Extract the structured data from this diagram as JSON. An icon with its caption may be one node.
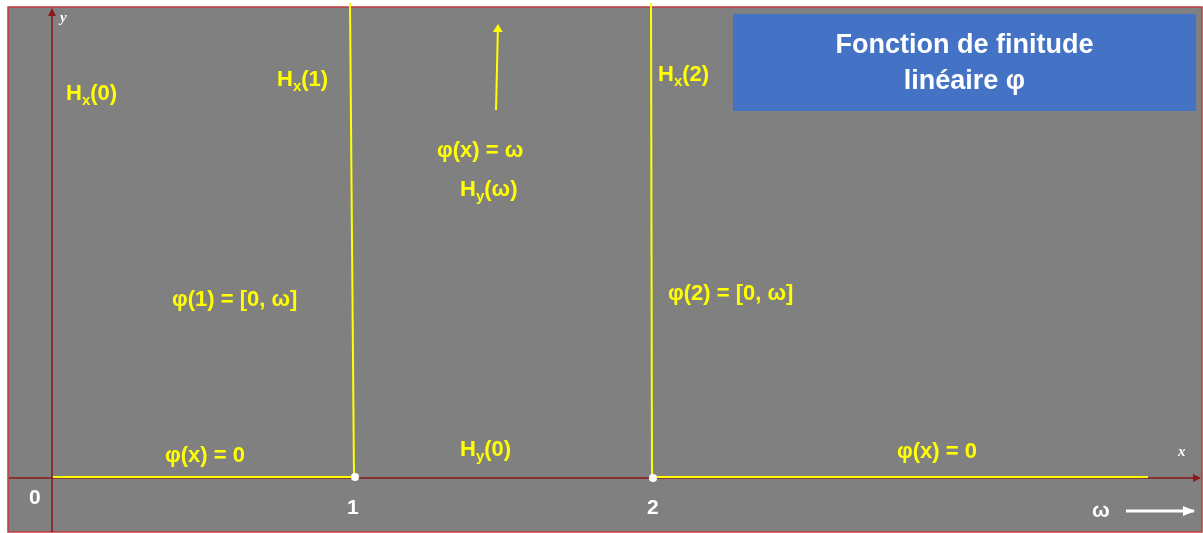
{
  "diagram": {
    "nodes": [
      {
        "text": [
          "Fonction de finitude linéaire φ"
        ]
      }
    ],
    "labels": [
      "y",
      "H$_{x}$(0)",
      "H$_{x}$(1)",
      "H$_{x}$(2)",
      "φ(x) = ω",
      "H$_{y}$(ω)",
      "φ(1) = [0, ω]",
      "φ(2) = [0, ω]",
      "φ(x) = 0",
      "H$_{y}$(0)",
      "φ(x) = 0",
      "x",
      "0",
      "1",
      "2",
      "ω"
    ]
  }
}
